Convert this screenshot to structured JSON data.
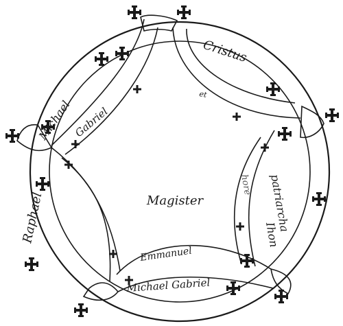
{
  "diagram": {
    "center_label": "Magister",
    "band_texts": [
      "Cristus",
      "et",
      "Raphael",
      "Michael",
      "Gabriel",
      "patriarcha",
      "Ihon",
      "hore",
      "Michael Gabriel",
      "Emmanuel"
    ]
  }
}
